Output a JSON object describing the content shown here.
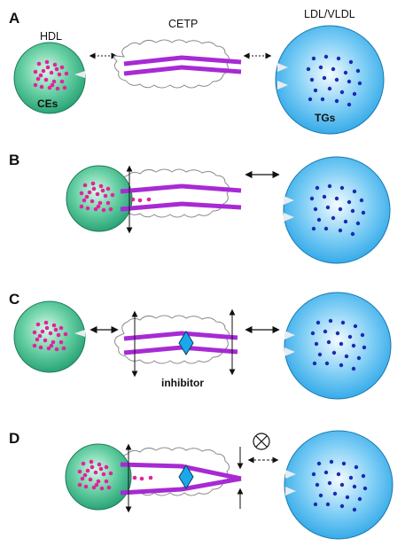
{
  "labels": {
    "hdl": "HDL",
    "cetp": "CETP",
    "ldl_vldl": "LDL/VLDL",
    "ces": "CEs",
    "tgs": "TGs",
    "inhibitor": "inhibitor"
  },
  "panels": [
    {
      "id": "A",
      "label": "A"
    },
    {
      "id": "B",
      "label": "B"
    },
    {
      "id": "C",
      "label": "C"
    },
    {
      "id": "D",
      "label": "D"
    }
  ],
  "colors": {
    "hdl_fill": "#3cc08e",
    "hdl_dots": "#e0249a",
    "ldl_fill": "#39b2ee",
    "ldl_dots": "#1a2ab5",
    "cetp_stripes": "#a72ad4",
    "inhibitor": "#1aa8ea"
  }
}
